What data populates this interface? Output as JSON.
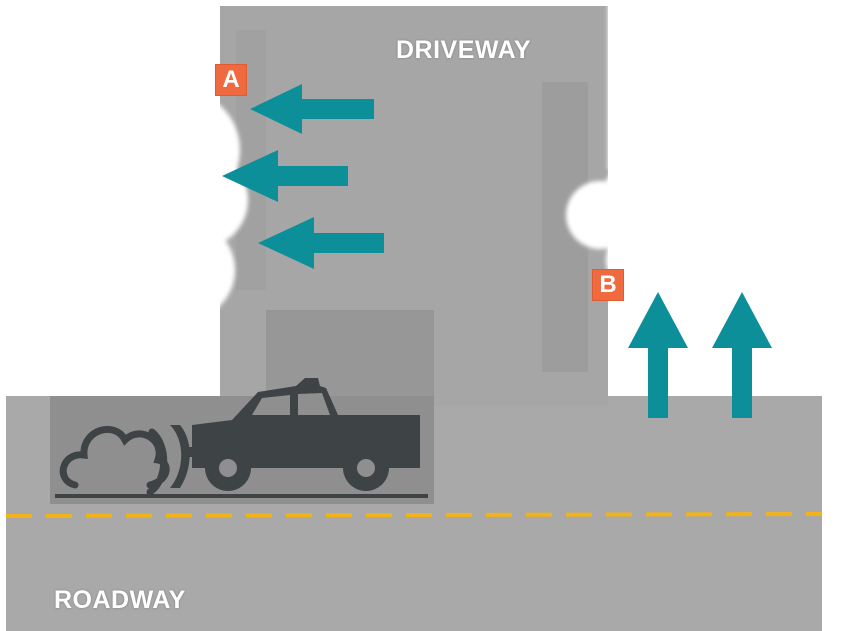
{
  "labels": {
    "driveway": "DRIVEWAY",
    "roadway": "ROADWAY",
    "marker_a": "A",
    "marker_b": "B"
  },
  "icons": {
    "vehicle": "pickup-truck-with-plow-icon",
    "arrows": "arrow-icon",
    "snow": "snow-pile-icon"
  },
  "colors": {
    "pavement": "#a9a9a9",
    "arrow": "#0d8f9a",
    "marker": "#ef6a3f",
    "center_line": "#f2b318",
    "truck": "#3e4446",
    "snow": "#ffffff"
  }
}
